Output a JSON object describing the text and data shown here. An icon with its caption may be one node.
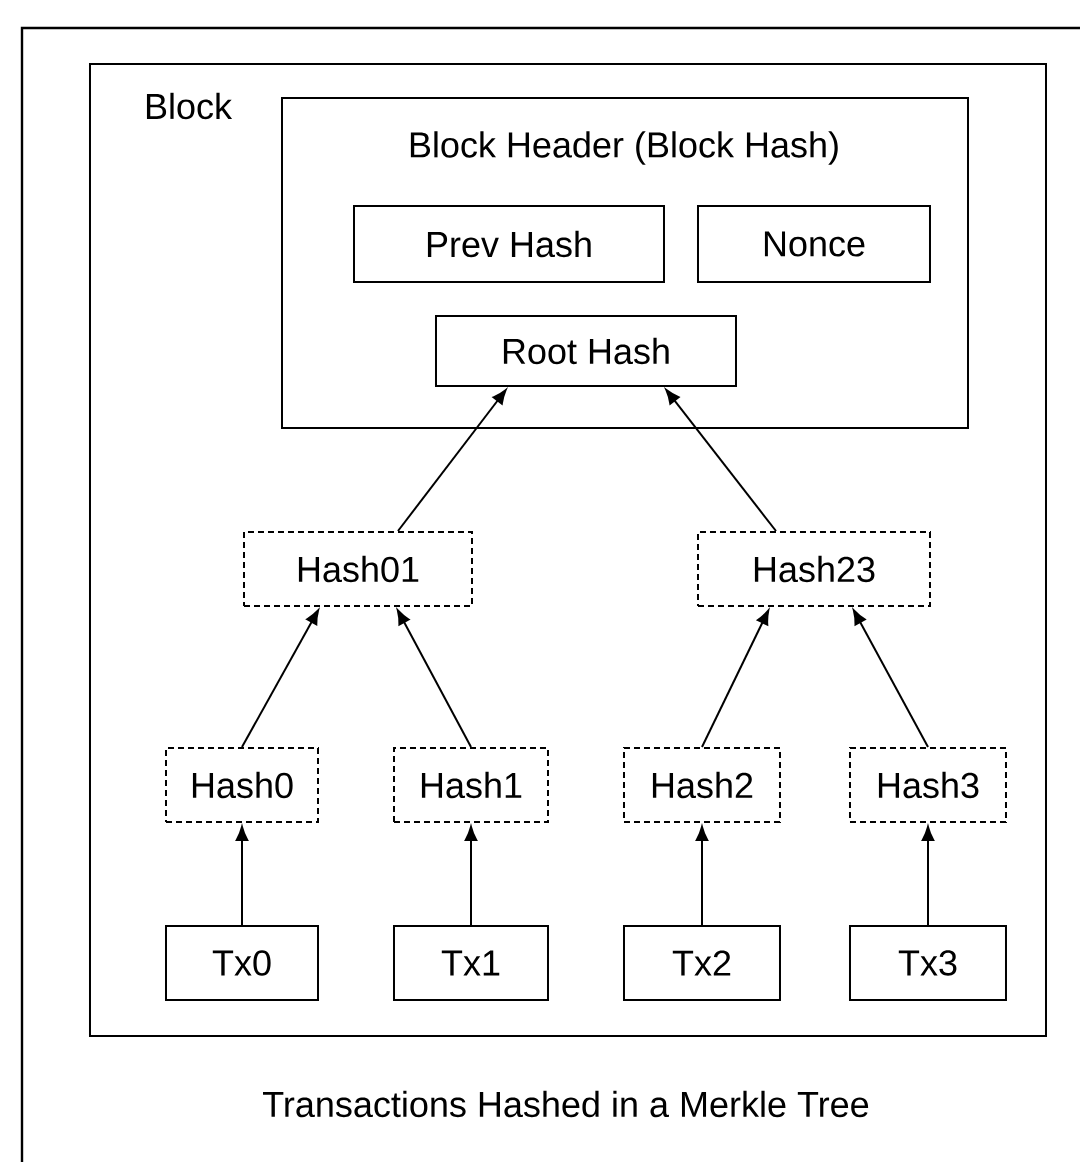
{
  "diagram": {
    "caption": "Transactions Hashed in a Merkle Tree",
    "nodes": [
      {
        "text": [
          "Block"
        ]
      },
      {
        "text": [
          "Block Header (Block Hash)"
        ],
        "in": 0
      },
      {
        "text": [
          "Prev Hash"
        ],
        "in": 1
      },
      {
        "text": [
          "Nonce"
        ],
        "in": 1
      },
      {
        "text": [
          "Root Hash"
        ],
        "in": 1
      },
      {
        "text": [
          "Hash01"
        ],
        "in": 0
      },
      {
        "text": [
          "Hash23"
        ],
        "in": 0
      },
      {
        "text": [
          "Hash0"
        ],
        "in": 0
      },
      {
        "text": [
          "Hash1"
        ],
        "in": 0
      },
      {
        "text": [
          "Hash2"
        ],
        "in": 0
      },
      {
        "text": [
          "Hash3"
        ],
        "in": 0
      },
      {
        "text": [
          "Tx0"
        ],
        "in": 0
      },
      {
        "text": [
          "Tx1"
        ],
        "in": 0
      },
      {
        "text": [
          "Tx2"
        ],
        "in": 0
      },
      {
        "text": [
          "Tx3"
        ],
        "in": 0
      }
    ],
    "edges": [
      {
        "from": 5,
        "to": 4,
        "arrow": "to"
      },
      {
        "from": 6,
        "to": 4,
        "arrow": "to"
      },
      {
        "from": 7,
        "to": 5,
        "arrow": "to"
      },
      {
        "from": 8,
        "to": 5,
        "arrow": "to"
      },
      {
        "from": 9,
        "to": 6,
        "arrow": "to"
      },
      {
        "from": 10,
        "to": 6,
        "arrow": "to"
      },
      {
        "from": 11,
        "to": 7,
        "arrow": "to"
      },
      {
        "from": 12,
        "to": 8,
        "arrow": "to"
      },
      {
        "from": 13,
        "to": 9,
        "arrow": "to"
      },
      {
        "from": 14,
        "to": 10,
        "arrow": "to"
      }
    ]
  }
}
